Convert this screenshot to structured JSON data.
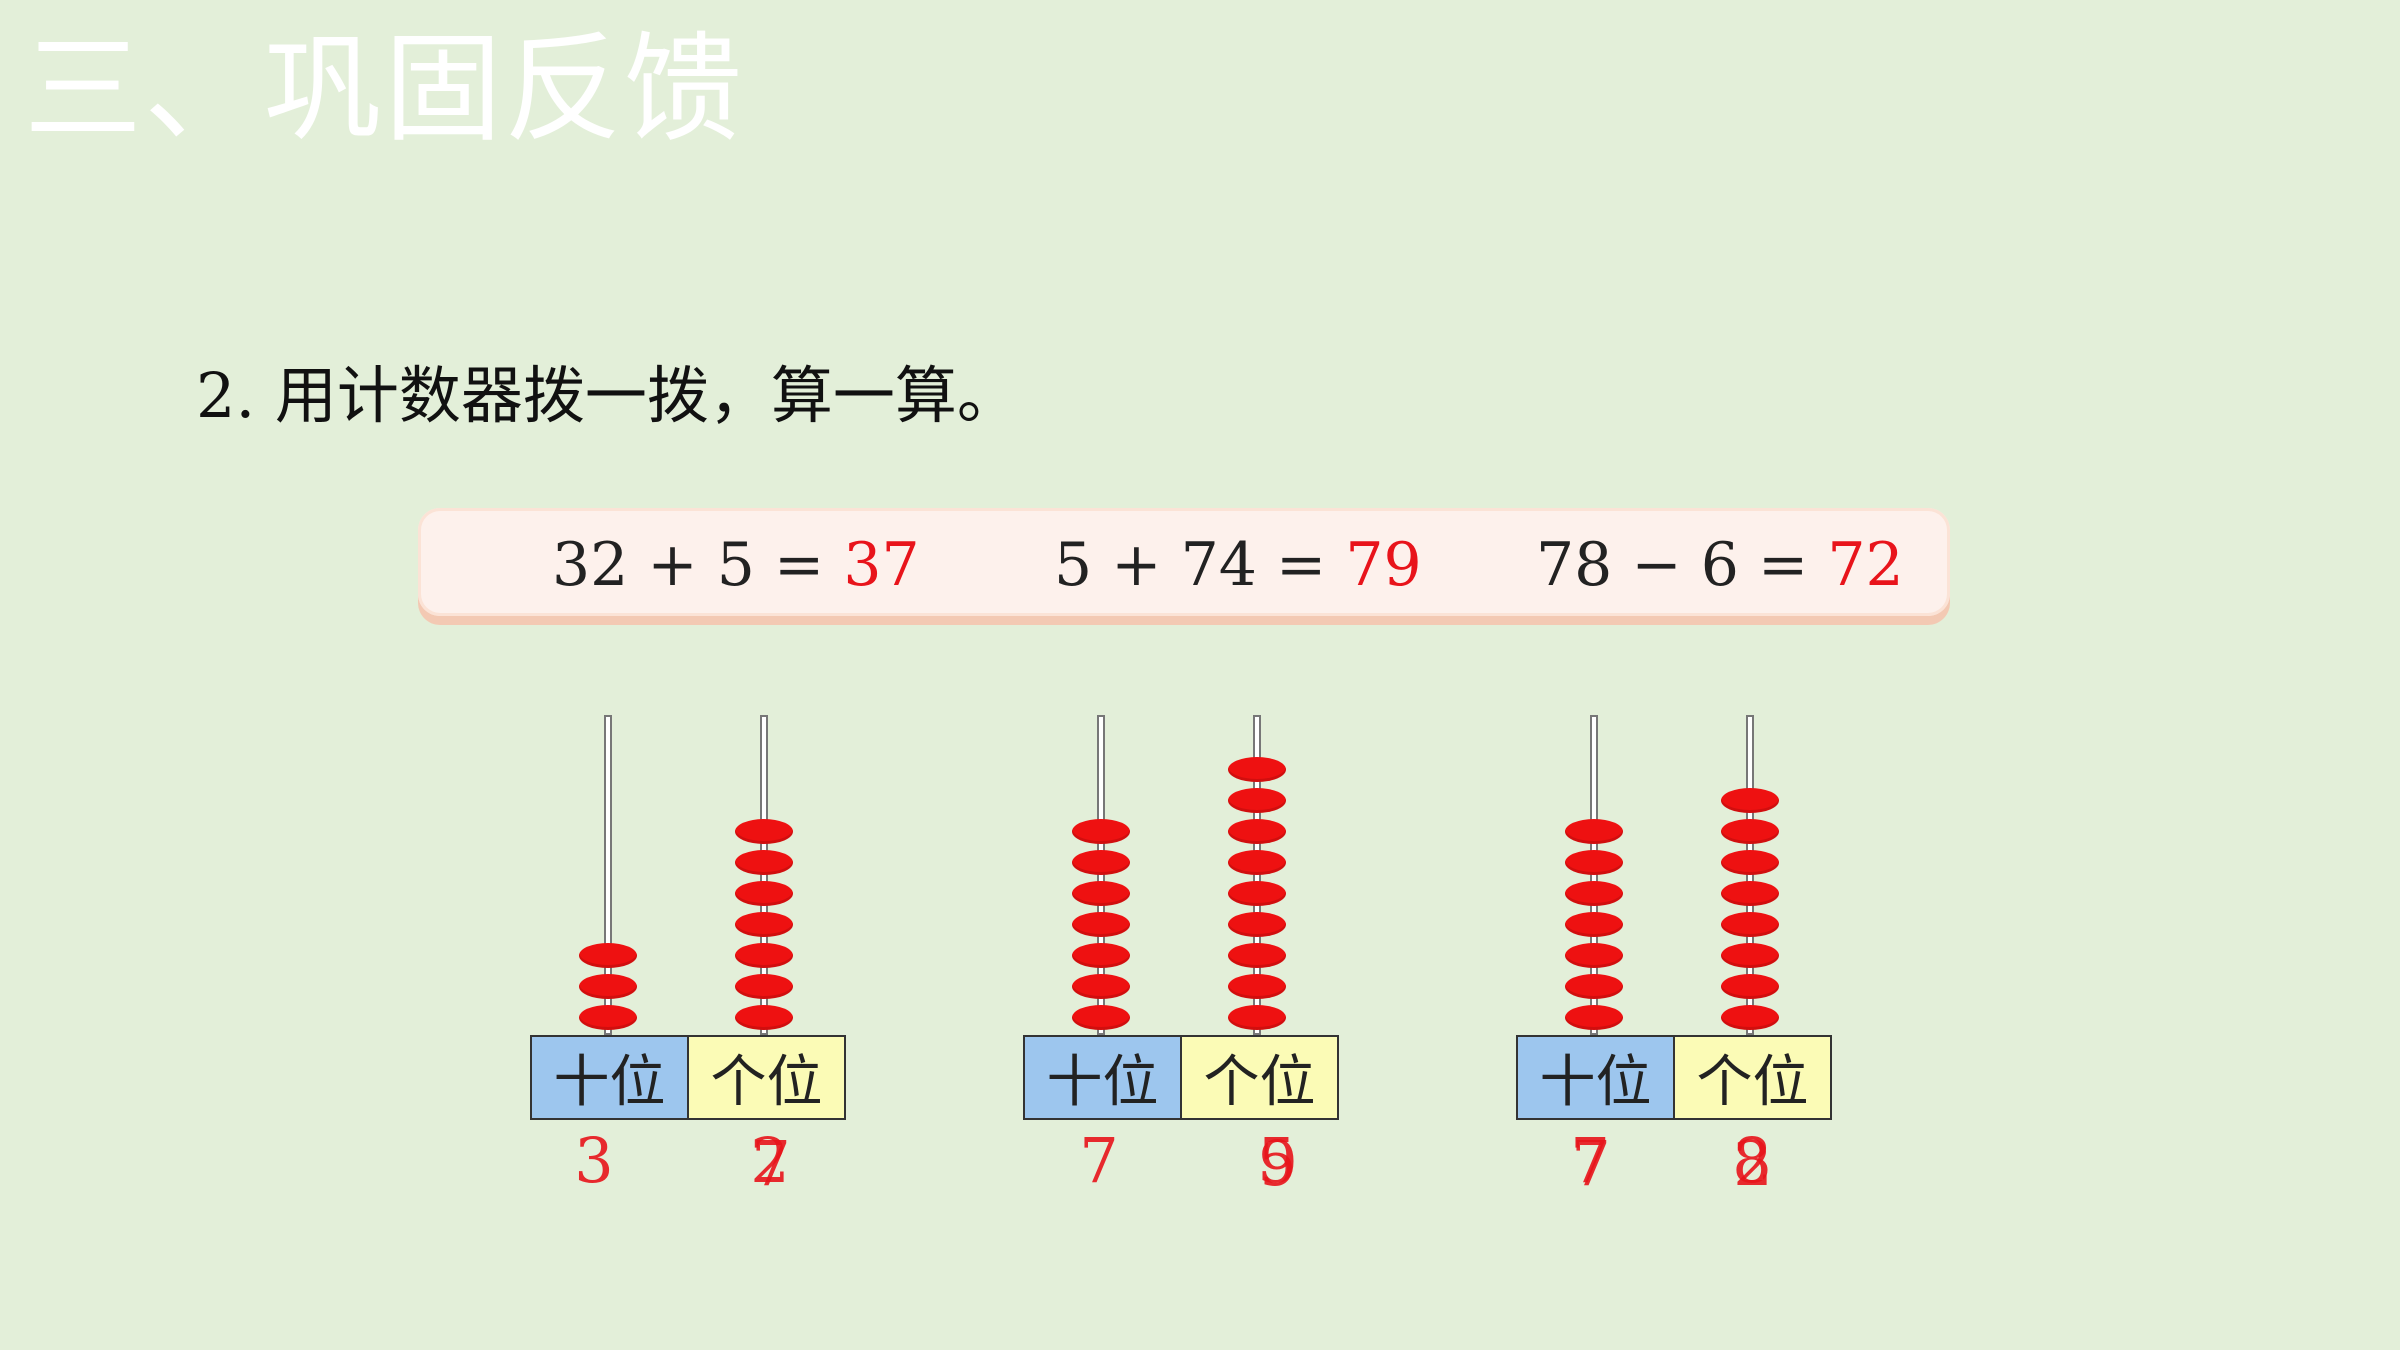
{
  "slide": {
    "title": "三、巩固反馈",
    "question": "2. 用计数器拨一拨，算一算。"
  },
  "equations": [
    {
      "expr": "32 + 5 = ",
      "answer": "37"
    },
    {
      "expr": "5 + 74 = ",
      "answer": "79"
    },
    {
      "expr": "78 − 6 = ",
      "answer": "72"
    }
  ],
  "abacuses": [
    {
      "tens_label": "十位",
      "ones_label": "个位",
      "tens_beads": 3,
      "ones_beads": 7,
      "tens_digits": [
        "3"
      ],
      "ones_digits": [
        "2",
        "7"
      ]
    },
    {
      "tens_label": "十位",
      "ones_label": "个位",
      "tens_beads": 7,
      "ones_beads": 9,
      "tens_digits": [
        "7"
      ],
      "ones_digits": [
        "5",
        "9"
      ]
    },
    {
      "tens_label": "十位",
      "ones_label": "个位",
      "tens_beads": 7,
      "ones_beads": 8,
      "tens_digits": [
        "7",
        "7"
      ],
      "ones_digits": [
        "8",
        "2"
      ]
    }
  ],
  "colors": {
    "bead": "#ee1111",
    "answer": "#e8141b",
    "tens_cell": "#9dc6ee",
    "ones_cell": "#fbfbb6",
    "background": "#e3efd9"
  }
}
